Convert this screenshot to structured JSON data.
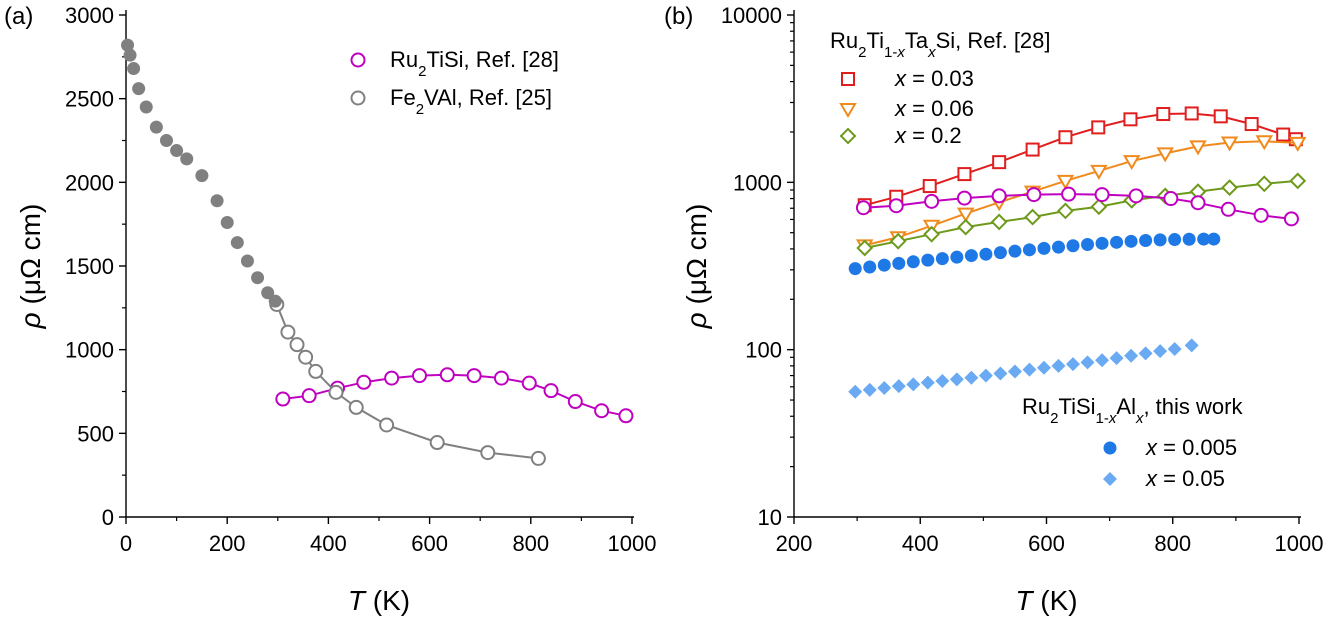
{
  "figure": {
    "panels": [
      "(a)",
      "(b)"
    ]
  },
  "chart_data": [
    {
      "type": "line",
      "panel_label": "(a)",
      "xlabel": "T (K)",
      "ylabel": "ρ (μΩ cm)",
      "xlim": [
        0,
        1000
      ],
      "ylim": [
        0,
        3000
      ],
      "xscale": "linear",
      "yscale": "linear",
      "xticks": [
        0,
        200,
        400,
        600,
        800,
        1000
      ],
      "yticks": [
        0,
        500,
        1000,
        1500,
        2000,
        2500,
        3000
      ],
      "grid": false,
      "legend_position": "top-right",
      "series": [
        {
          "name": "Ru2TiSi, Ref. [28]",
          "name_parts": [
            [
              "Ru",
              "n"
            ],
            [
              "2",
              "sub"
            ],
            [
              "TiSi, Ref. [28]",
              "n"
            ]
          ],
          "marker": "open-circle",
          "line": true,
          "color": "#c000c0",
          "x": [
            310,
            362,
            418,
            470,
            525,
            580,
            635,
            688,
            742,
            797,
            840,
            888,
            940,
            988
          ],
          "y": [
            705,
            725,
            770,
            805,
            830,
            845,
            850,
            845,
            830,
            800,
            755,
            690,
            635,
            605
          ]
        },
        {
          "name": "Fe2VAl, Ref. [25]",
          "name_parts": [
            [
              "Fe",
              "n"
            ],
            [
              "2",
              "sub"
            ],
            [
              "VAl, Ref. [25]",
              "n"
            ]
          ],
          "marker": "open-circle",
          "line": true,
          "color": "#808080",
          "x": [
            298,
            320,
            338,
            355,
            375,
            415,
            455,
            515,
            615,
            715,
            815
          ],
          "y": [
            1270,
            1105,
            1030,
            955,
            870,
            745,
            655,
            550,
            445,
            385,
            350
          ]
        },
        {
          "name": "",
          "marker": "filled-circle",
          "line": false,
          "color": "#808080",
          "x": [
            3,
            8,
            15,
            25,
            40,
            60,
            80,
            100,
            120,
            150,
            180,
            200,
            220,
            240,
            260,
            280,
            295
          ],
          "y": [
            2820,
            2760,
            2680,
            2560,
            2450,
            2330,
            2250,
            2190,
            2140,
            2040,
            1890,
            1760,
            1640,
            1530,
            1430,
            1340,
            1290
          ]
        }
      ]
    },
    {
      "type": "scatter",
      "panel_label": "(b)",
      "xlabel": "T (K)",
      "ylabel": "ρ (μΩ cm)",
      "xlim": [
        200,
        1000
      ],
      "ylim": [
        10,
        10000
      ],
      "xscale": "linear",
      "yscale": "log",
      "xticks": [
        200,
        400,
        600,
        800,
        1000
      ],
      "yticks": [
        10,
        100,
        1000,
        10000
      ],
      "grid": false,
      "legend_position": "top-left and bottom-right",
      "legend_groups": [
        {
          "title": "Ru2Ti1-xTaxSi, Ref. [28]",
          "title_parts": [
            [
              "Ru",
              "n"
            ],
            [
              "2",
              "sub"
            ],
            [
              "Ti",
              "n"
            ],
            [
              "1-",
              "sub"
            ],
            [
              "x",
              "subi"
            ],
            [
              "Ta",
              "n"
            ],
            [
              "x",
              "subi"
            ],
            [
              "Si, Ref. [28]",
              "n"
            ]
          ],
          "entries": [
            "x = 0.03",
            "x = 0.06",
            "x = 0.2"
          ]
        },
        {
          "title": "Ru2TiSi1-xAlx, this work",
          "title_parts": [
            [
              "Ru",
              "n"
            ],
            [
              "2",
              "sub"
            ],
            [
              "TiSi",
              "n"
            ],
            [
              "1-",
              "sub"
            ],
            [
              "x",
              "subi"
            ],
            [
              "Al",
              "n"
            ],
            [
              "x",
              "subi"
            ],
            [
              ", this work",
              "n"
            ]
          ],
          "entries": [
            "x = 0.005",
            "x = 0.05"
          ]
        }
      ],
      "series": [
        {
          "name": "x = 0.03",
          "group": 0,
          "marker": "open-square",
          "line": true,
          "color": "#e01e1e",
          "x": [
            312,
            362,
            415,
            470,
            525,
            578,
            630,
            682,
            733,
            785,
            830,
            876,
            925,
            975,
            995
          ],
          "y": [
            730,
            820,
            950,
            1120,
            1320,
            1570,
            1860,
            2130,
            2380,
            2560,
            2580,
            2480,
            2230,
            1930,
            1810
          ]
        },
        {
          "name": "x = 0.06",
          "group": 0,
          "marker": "open-triangle-down",
          "line": true,
          "color": "#f08a1c",
          "x": [
            312,
            365,
            418,
            472,
            525,
            578,
            630,
            683,
            735,
            788,
            840,
            890,
            945,
            998
          ],
          "y": [
            420,
            470,
            550,
            650,
            760,
            880,
            1020,
            1170,
            1340,
            1490,
            1640,
            1730,
            1760,
            1720
          ]
        },
        {
          "name": "x = 0.2",
          "group": 0,
          "marker": "open-diamond",
          "line": true,
          "color": "#6e9a1c",
          "x": [
            312,
            365,
            418,
            472,
            525,
            578,
            630,
            683,
            735,
            788,
            840,
            890,
            945,
            998
          ],
          "y": [
            405,
            445,
            490,
            540,
            580,
            620,
            675,
            715,
            780,
            830,
            880,
            930,
            980,
            1020
          ]
        },
        {
          "name": "",
          "group": -1,
          "marker": "open-circle",
          "line": true,
          "color": "#c000c0",
          "x": [
            310,
            362,
            418,
            470,
            525,
            580,
            635,
            688,
            742,
            797,
            840,
            888,
            940,
            988
          ],
          "y": [
            705,
            725,
            770,
            805,
            830,
            845,
            850,
            845,
            830,
            800,
            755,
            690,
            635,
            605
          ]
        },
        {
          "name": "x = 0.005",
          "group": 1,
          "marker": "filled-circle",
          "line": false,
          "color": "#1e78e6",
          "x": [
            297,
            320,
            343,
            366,
            389,
            412,
            435,
            458,
            481,
            504,
            527,
            550,
            573,
            596,
            619,
            642,
            665,
            688,
            711,
            734,
            757,
            780,
            803,
            826,
            849,
            865
          ],
          "y": [
            305,
            312,
            320,
            328,
            335,
            343,
            350,
            357,
            365,
            372,
            380,
            388,
            395,
            403,
            410,
            418,
            425,
            432,
            438,
            444,
            449,
            453,
            455,
            457,
            458,
            458
          ]
        },
        {
          "name": "x = 0.05",
          "group": 1,
          "marker": "filled-diamond",
          "line": false,
          "color": "#6aaaf2",
          "x": [
            297,
            320,
            343,
            366,
            389,
            412,
            435,
            458,
            481,
            504,
            527,
            550,
            573,
            596,
            619,
            642,
            665,
            688,
            711,
            734,
            757,
            780,
            803,
            830
          ],
          "y": [
            56,
            57.5,
            59,
            60.5,
            62,
            63.5,
            65,
            66.5,
            68,
            70,
            72,
            74,
            76,
            78,
            80,
            82,
            84,
            86.5,
            89,
            92,
            95,
            98,
            101,
            106
          ]
        }
      ]
    }
  ]
}
